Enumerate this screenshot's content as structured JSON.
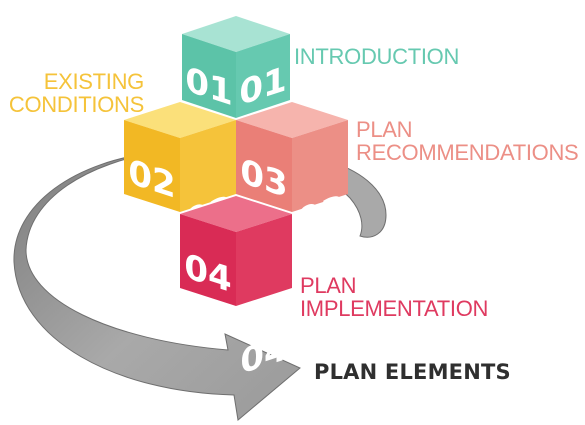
{
  "title": "PLAN ELEMENTS",
  "elements": [
    {
      "number": "01",
      "lines": [
        "INTRODUCTION"
      ],
      "color": "#66c9b0"
    },
    {
      "number": "02",
      "lines": [
        "EXISTING",
        "CONDITIONS"
      ],
      "color": "#f5c33a"
    },
    {
      "number": "03",
      "lines": [
        "PLAN",
        "RECOMMENDATIONS"
      ],
      "color": "#ec8f86"
    },
    {
      "number": "04",
      "lines": [
        "PLAN",
        "IMPLEMENTATION"
      ],
      "color": "#df3a60"
    }
  ],
  "arrow_color": "#8f8f8f"
}
